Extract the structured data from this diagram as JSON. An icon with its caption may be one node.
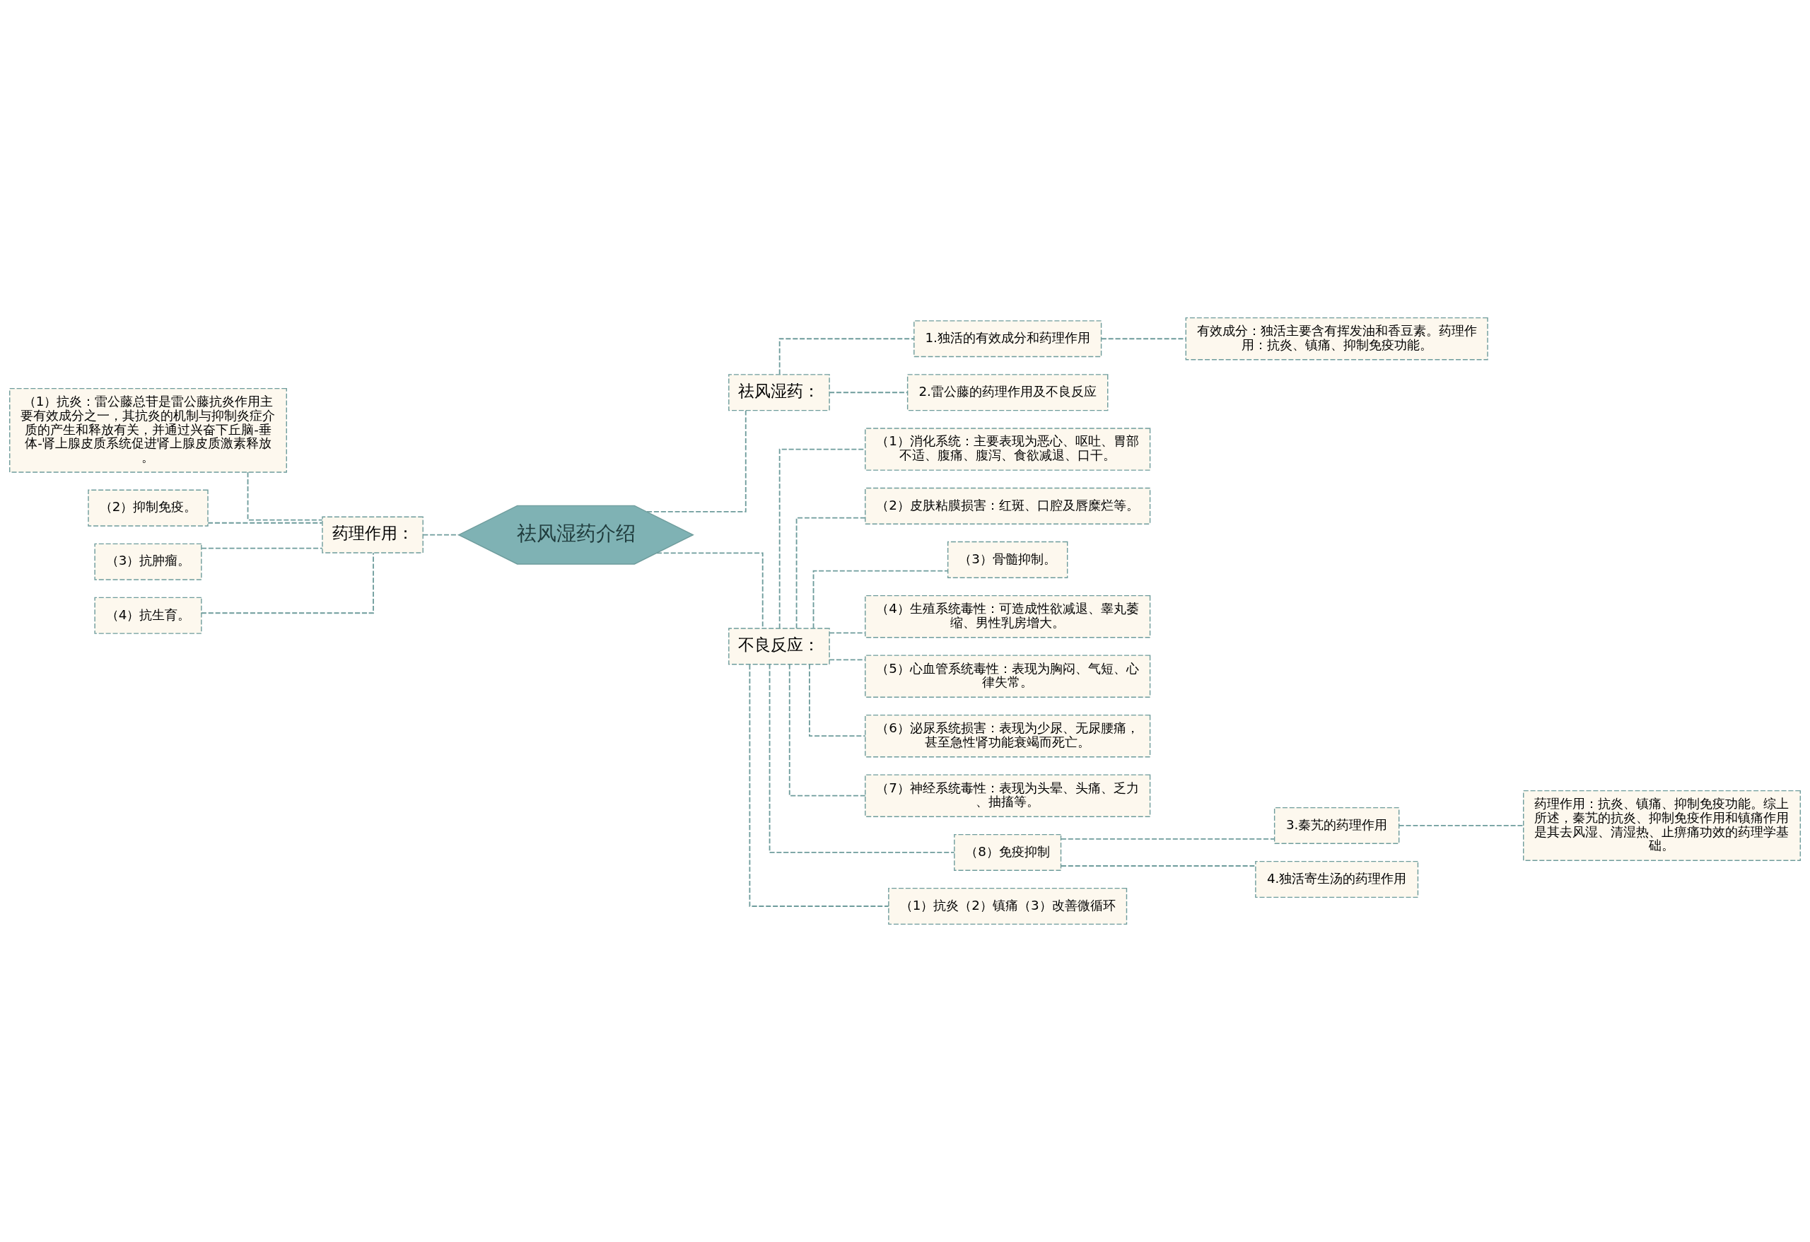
{
  "diagram": {
    "nodes": [
      {
        "text": [
          "祛风湿药介绍"
        ]
      },
      {
        "text": [
          "药理作用："
        ]
      },
      {
        "text": [
          "（1）抗炎：雷公藤总苷是雷公藤抗炎作用主要有效成分之一，其抗炎的机制与抑制炎症介质的产生和释放有关，并通过兴奋下丘脑-垂体-肾上腺皮质系统促进肾上腺皮质激素释放。"
        ]
      },
      {
        "text": [
          "（2）抑制免疫。"
        ]
      },
      {
        "text": [
          "（3）抗肿瘤。"
        ]
      },
      {
        "text": [
          "（4）抗生育。"
        ]
      },
      {
        "text": [
          "祛风湿药："
        ]
      },
      {
        "text": [
          "1.独活的有效成分和药理作用"
        ]
      },
      {
        "text": [
          "有效成分：独活主要含有挥发油和香豆素。药理作用：抗炎、镇痛、抑制免疫功能。"
        ]
      },
      {
        "text": [
          "2.雷公藤的药理作用及不良反应"
        ]
      },
      {
        "text": [
          "不良反应："
        ]
      },
      {
        "text": [
          "（1）消化系统：主要表现为恶心、呕吐、胃部不适、腹痛、腹泻、食欲减退、口干。"
        ]
      },
      {
        "text": [
          "（2）皮肤粘膜损害：红斑、口腔及唇糜烂等。"
        ]
      },
      {
        "text": [
          "（3）骨髓抑制。"
        ]
      },
      {
        "text": [
          "（4）生殖系统毒性：可造成性欲减退、睾丸萎缩、男性乳房增大。"
        ]
      },
      {
        "text": [
          "（5）心血管系统毒性：表现为胸闷、气短、心律失常。"
        ]
      },
      {
        "text": [
          "（6）泌尿系统损害：表现为少尿、无尿腰痛，甚至急性肾功能衰竭而死亡。"
        ]
      },
      {
        "text": [
          "（7）神经系统毒性：表现为头晕、头痛、乏力、抽搐等。"
        ]
      },
      {
        "text": [
          "（8）免疫抑制"
        ]
      },
      {
        "text": [
          "3.秦艽的药理作用"
        ]
      },
      {
        "text": [
          "药理作用：抗炎、镇痛、抑制免疫功能。综上所述，秦艽的抗炎、抑制免疫作用和镇痛作用是其去风湿、清湿热、止痹痛功效的药理学基础。"
        ]
      },
      {
        "text": [
          "4.独活寄生汤的药理作用"
        ]
      },
      {
        "text": [
          "（1）抗炎（2）镇痛（3）改善微循环"
        ]
      }
    ],
    "edges": [
      {
        "from": 0,
        "to": 1,
        "arrow": "none",
        "style": "dashed"
      },
      {
        "from": 1,
        "to": 2,
        "arrow": "none",
        "style": "dashed"
      },
      {
        "from": 1,
        "to": 3,
        "arrow": "none",
        "style": "dashed"
      },
      {
        "from": 1,
        "to": 4,
        "arrow": "none",
        "style": "dashed"
      },
      {
        "from": 1,
        "to": 5,
        "arrow": "none",
        "style": "dashed"
      },
      {
        "from": 0,
        "to": 6,
        "arrow": "none",
        "style": "dashed"
      },
      {
        "from": 6,
        "to": 7,
        "arrow": "none",
        "style": "dashed"
      },
      {
        "from": 7,
        "to": 8,
        "arrow": "none",
        "style": "dashed"
      },
      {
        "from": 6,
        "to": 9,
        "arrow": "none",
        "style": "dashed"
      },
      {
        "from": 0,
        "to": 10,
        "arrow": "none",
        "style": "dashed"
      },
      {
        "from": 10,
        "to": 11,
        "arrow": "none",
        "style": "dashed"
      },
      {
        "from": 10,
        "to": 12,
        "arrow": "none",
        "style": "dashed"
      },
      {
        "from": 10,
        "to": 13,
        "arrow": "none",
        "style": "dashed"
      },
      {
        "from": 10,
        "to": 14,
        "arrow": "none",
        "style": "dashed"
      },
      {
        "from": 10,
        "to": 15,
        "arrow": "none",
        "style": "dashed"
      },
      {
        "from": 10,
        "to": 16,
        "arrow": "none",
        "style": "dashed"
      },
      {
        "from": 10,
        "to": 17,
        "arrow": "none",
        "style": "dashed"
      },
      {
        "from": 10,
        "to": 18,
        "arrow": "none",
        "style": "dashed"
      },
      {
        "from": 18,
        "to": 19,
        "arrow": "none",
        "style": "dashed"
      },
      {
        "from": 19,
        "to": 20,
        "arrow": "none",
        "style": "dashed"
      },
      {
        "from": 18,
        "to": 21,
        "arrow": "none",
        "style": "dashed"
      },
      {
        "from": 10,
        "to": 22,
        "arrow": "none",
        "style": "dashed"
      }
    ]
  }
}
